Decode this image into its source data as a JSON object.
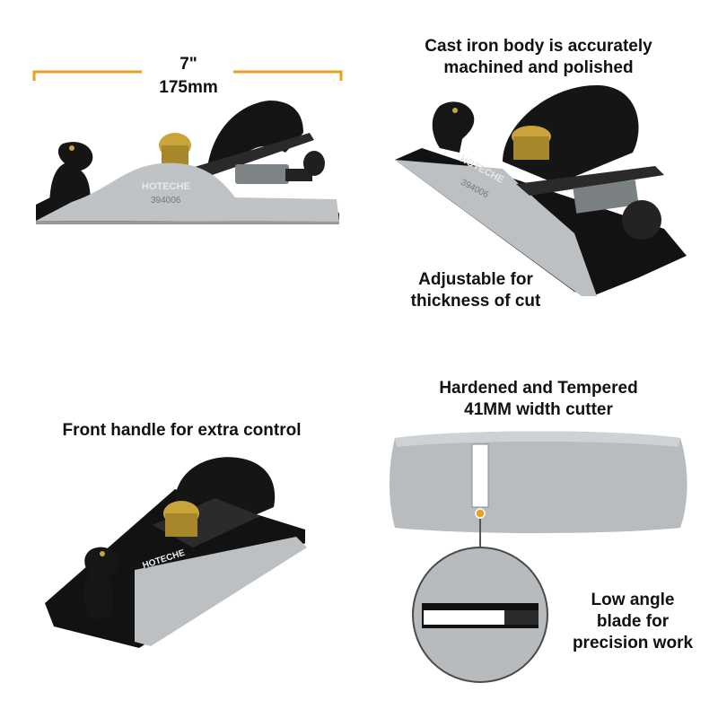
{
  "dimension": {
    "inches": "7\"",
    "mm": "175mm"
  },
  "brand": {
    "logo_text": "HOTECHE",
    "model": "394006"
  },
  "features": {
    "body": [
      "Cast iron body is accurately",
      "machined and polished"
    ],
    "adjust": [
      "Adjustable for",
      "thickness of cut"
    ],
    "handle": "Front handle for extra control",
    "cutter": [
      "Hardened and Tempered",
      "41MM width cutter"
    ],
    "blade": [
      "Low angle",
      "blade for",
      "precision work"
    ]
  },
  "colors": {
    "accent": "#E8A01E",
    "steel": "#B8BCBE",
    "iron": "#141414",
    "brass": "#C9A43A"
  }
}
